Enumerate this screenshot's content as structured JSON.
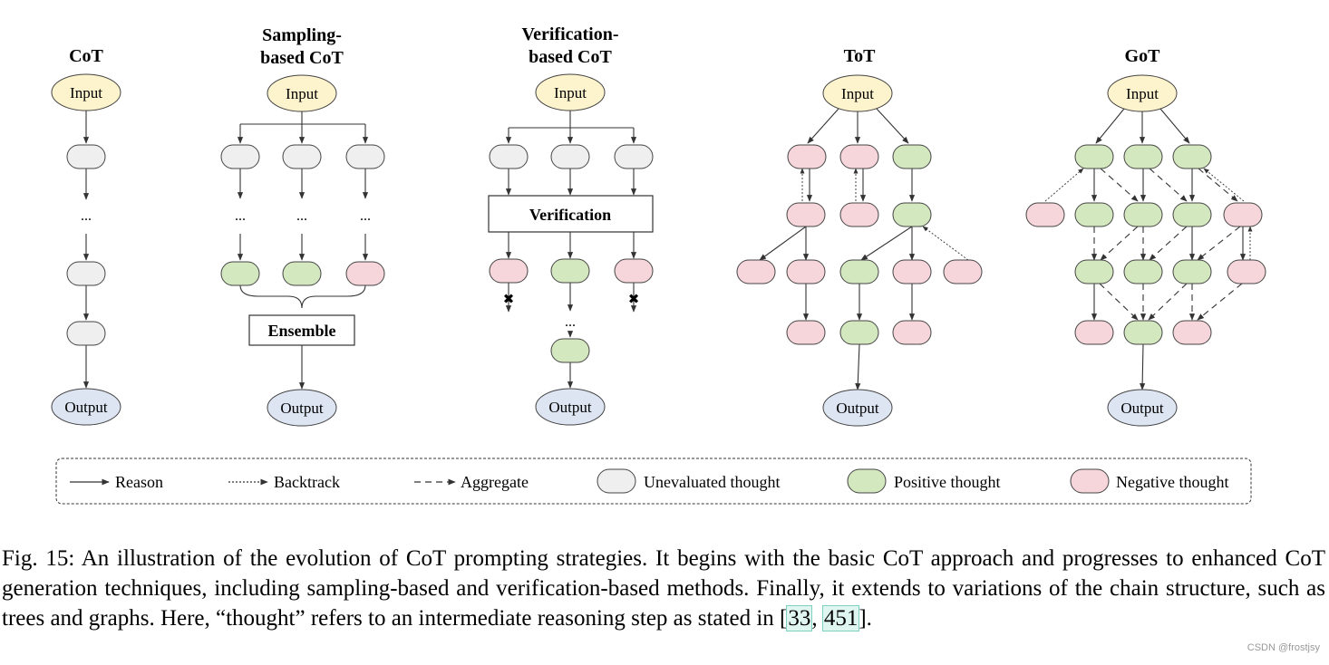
{
  "panels": {
    "cot": "CoT",
    "sampling": [
      "Sampling-",
      "based CoT"
    ],
    "verification": [
      "Verification-",
      "based CoT"
    ],
    "tot": "ToT",
    "got": "GoT"
  },
  "nodes": {
    "input": "Input",
    "output": "Output",
    "ellipsis": "...",
    "ensemble": "Ensemble",
    "verification": "Verification"
  },
  "legend": {
    "reason": "Reason",
    "backtrack": "Backtrack",
    "aggregate": "Aggregate",
    "unevaluated": "Unevaluated thought",
    "positive": "Positive thought",
    "negative": "Negative thought"
  },
  "colors": {
    "input_fill": "#fdf3cc",
    "output_fill": "#dde4f2",
    "unevaluated_fill": "#efefef",
    "positive_fill": "#d3e8bf",
    "negative_fill": "#f6d6da",
    "reject_mark": "#000000"
  },
  "caption": {
    "text": "Fig. 15: An illustration of the evolution of CoT prompting strategies. It begins with the basic CoT approach and progresses to enhanced CoT generation techniques, including sampling-based and verification-based methods. Finally, it extends to variations of the chain structure, such as trees and graphs. Here, “thought” refers to an intermediate reasoning step as stated in [",
    "ref1": "33",
    "sep": ", ",
    "ref2": "451",
    "end": "]."
  },
  "watermark": "CSDN @frostjsy"
}
